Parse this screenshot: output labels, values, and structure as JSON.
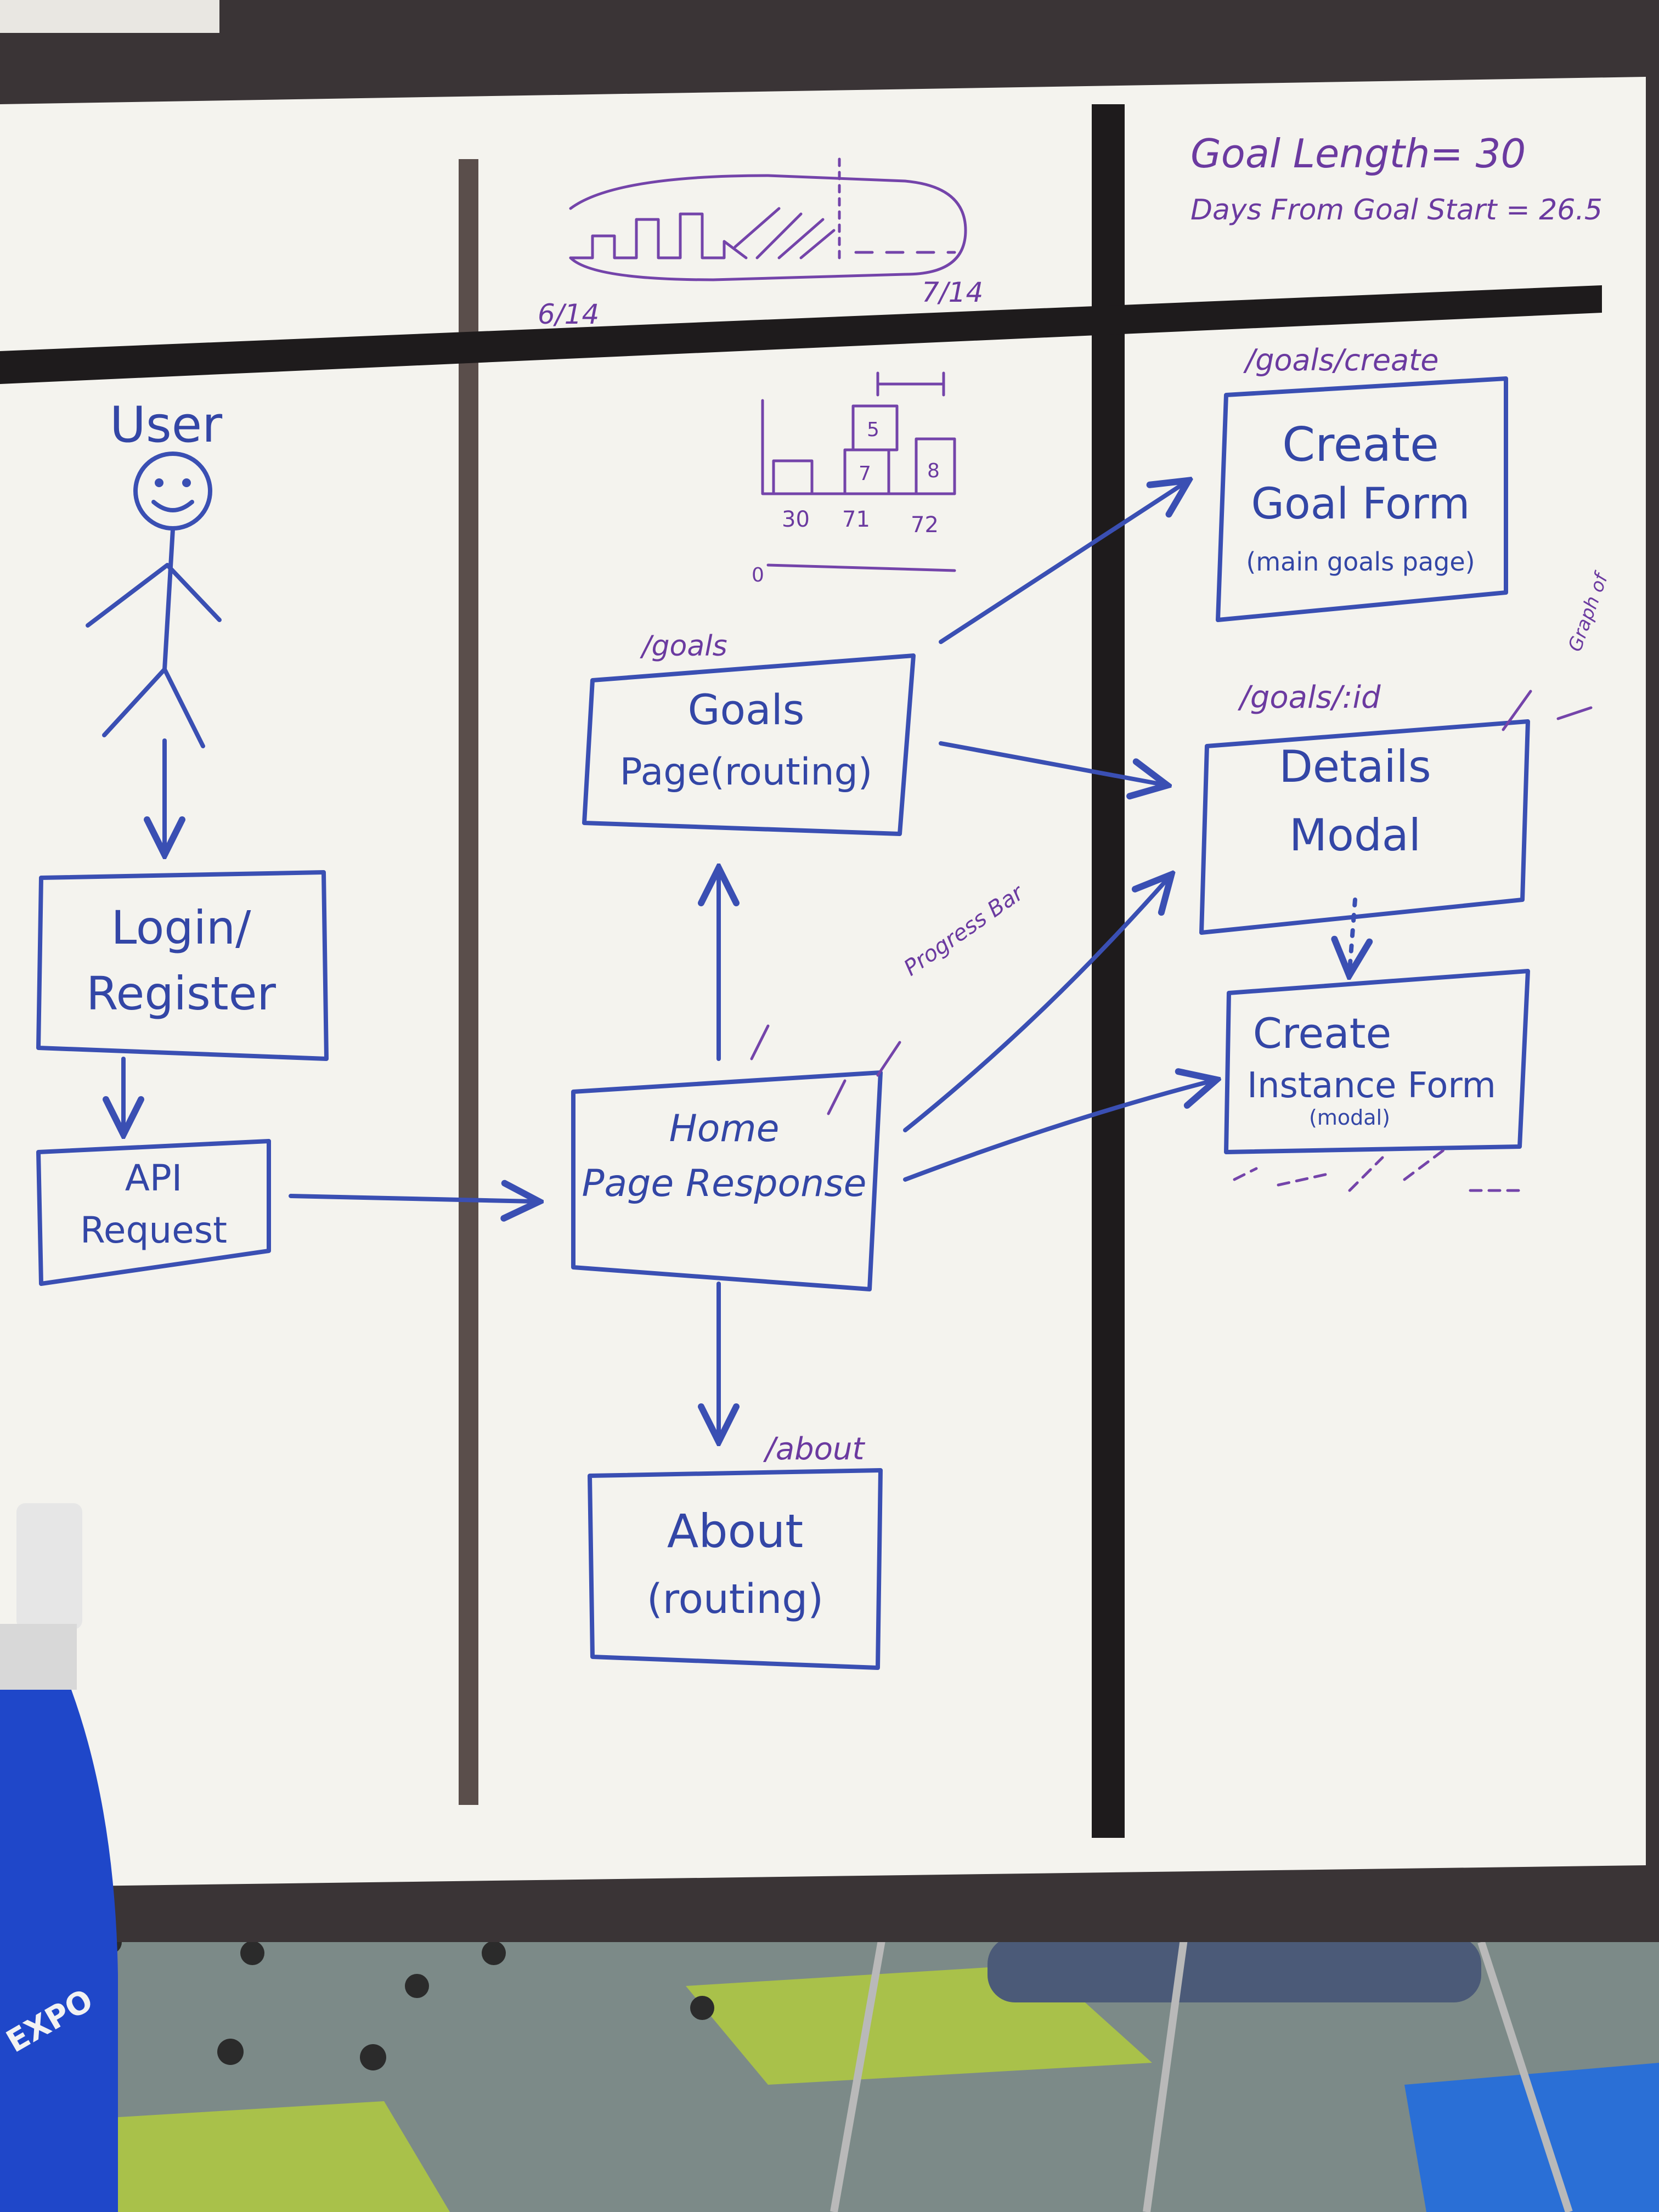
{
  "colors": {
    "board": "#f4f3ee",
    "frame": "#3a3436",
    "tape": "#1e1b1c",
    "ink_blue": "#3a4fb3",
    "ink_purple": "#7444aa",
    "carpet": "#7c8a88",
    "carpet_green": "#a9c14a",
    "carpet_blue": "#2a6fd6",
    "bottle": "#1f47c9"
  },
  "timeline": {
    "start_label": "6/14",
    "end_label": "7/14"
  },
  "stats": {
    "line1": "Goal Length= 30",
    "line2": "Days From Goal Start = 26.5"
  },
  "user": {
    "label": "User"
  },
  "nodes": {
    "login": [
      "Login/",
      "Register"
    ],
    "api": [
      "API",
      "Request"
    ],
    "home": [
      "Home",
      "Page Response"
    ],
    "goals": [
      "Goals",
      "Page(routing)"
    ],
    "about": [
      "About",
      "(routing)"
    ],
    "create_goal": [
      "Create",
      "Goal Form",
      "(main goals page)"
    ],
    "details": [
      "Details",
      "Modal"
    ],
    "create_instance": [
      "Create",
      "Instance Form",
      "(modal)"
    ]
  },
  "routes": {
    "goals": "/goals",
    "about": "/about",
    "goals_create": "/goals/create",
    "goals_id": "/goals/:id"
  },
  "notes": {
    "progress_bar": "Progress Bar",
    "graph_of": "Graph of"
  },
  "mini_chart": {
    "x_labels": [
      "30",
      "71",
      "72"
    ],
    "bar_labels": [
      "5",
      "7",
      "8"
    ],
    "origin": "0"
  },
  "bottle": {
    "brand": "EXPO"
  }
}
